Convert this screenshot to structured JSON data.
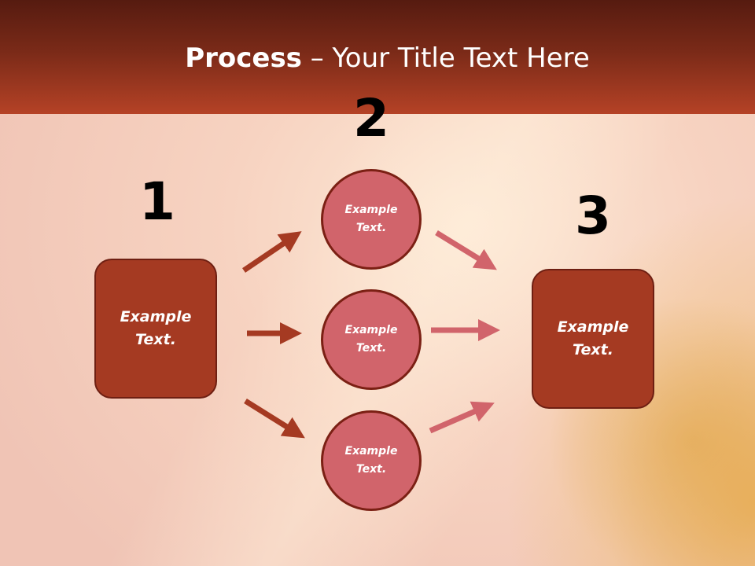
{
  "header": {
    "title_bold": "Process",
    "title_rest": " – Your Title Text Here"
  },
  "steps": {
    "one": {
      "number": "1",
      "label": "Example Text."
    },
    "two": {
      "number": "2",
      "labels": [
        "Example Text.",
        "Example Text.",
        "Example Text."
      ]
    },
    "three": {
      "number": "3",
      "label": "Example Text."
    }
  },
  "colors": {
    "header_dark": "#561b10",
    "header_light": "#b54226",
    "box_fill": "#a53a22",
    "circle_fill": "#d1646b",
    "arrow_dark": "#a53a22",
    "arrow_light": "#d1646b"
  }
}
